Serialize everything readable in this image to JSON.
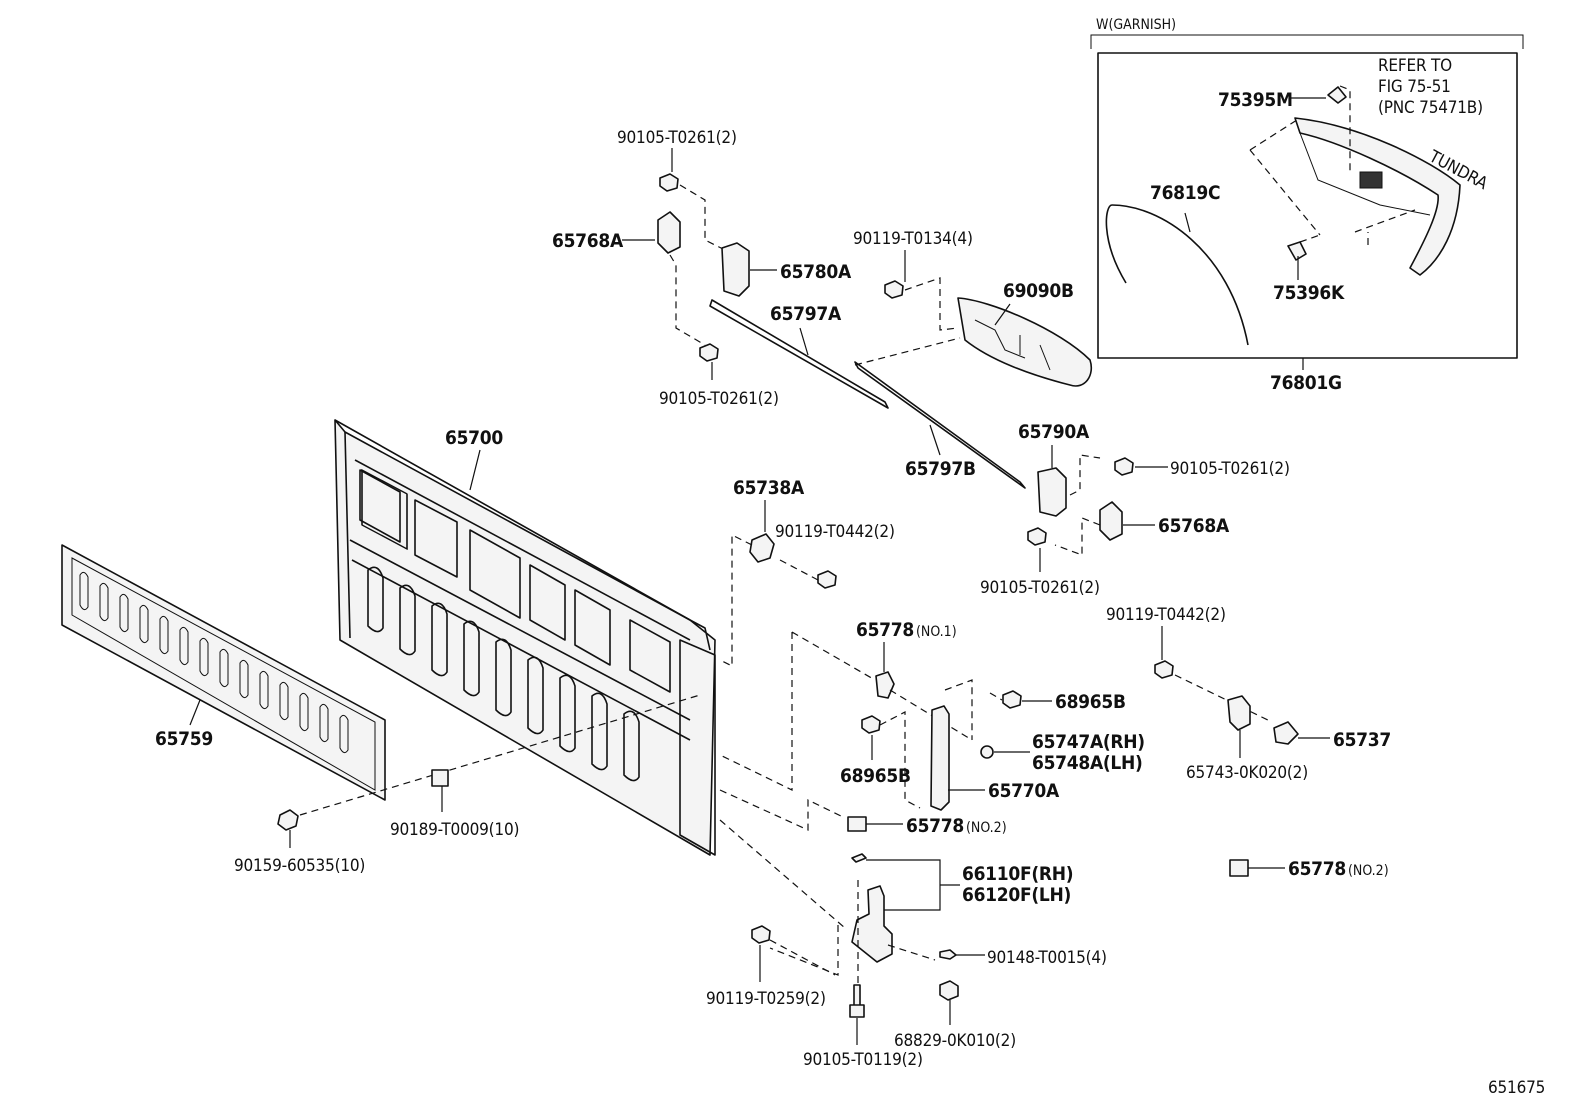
{
  "diagram": {
    "figure_number": "651675",
    "garnish_group": {
      "header": "W(GARNISH)",
      "refer_note": [
        "REFER TO",
        "FIG 75-51",
        "(PNC 75471B)"
      ]
    },
    "labels": {
      "p65700": "65700",
      "p65759": "65759",
      "p90159": "90159-60535(10)",
      "p90189": "90189-T0009(10)",
      "p90105_a": "90105-T0261(2)",
      "p65768A_a": "65768A",
      "p65780A": "65780A",
      "p90105_b": "90105-T0261(2)",
      "p65797A": "65797A",
      "p90119_t0134": "90119-T0134(4)",
      "p69090B": "69090B",
      "p65797B": "65797B",
      "p65790A": "65790A",
      "p90105_c": "90105-T0261(2)",
      "p65768A_b": "65768A",
      "p90105_d": "90105-T0261(2)",
      "p65738A": "65738A",
      "p90119_t0442_a": "90119-T0442(2)",
      "p65778": "65778",
      "p65778_no1": "(NO.1)",
      "p68965B_a": "68965B",
      "p68965B_b": "68965B",
      "p65747A": "65747A(RH)",
      "p65748A": "65748A(LH)",
      "p65770A": "65770A",
      "p65778_b": "65778",
      "p65778_no2_a": "(NO.2)",
      "p90119_t0442_b": "90119-T0442(2)",
      "p65737": "65737",
      "p65743": "65743-0K020(2)",
      "p65778_c": "65778",
      "p65778_no2_b": "(NO.2)",
      "p66110F": "66110F(RH)",
      "p66120F": "66120F(LH)",
      "p90148": "90148-T0015(4)",
      "p90119_t0259": "90119-T0259(2)",
      "p68829": "68829-0K010(2)",
      "p90105_t0119": "90105-T0119(2)",
      "p75395M": "75395M",
      "p76819C": "76819C",
      "p75396K": "75396K",
      "p76801G": "76801G"
    }
  }
}
